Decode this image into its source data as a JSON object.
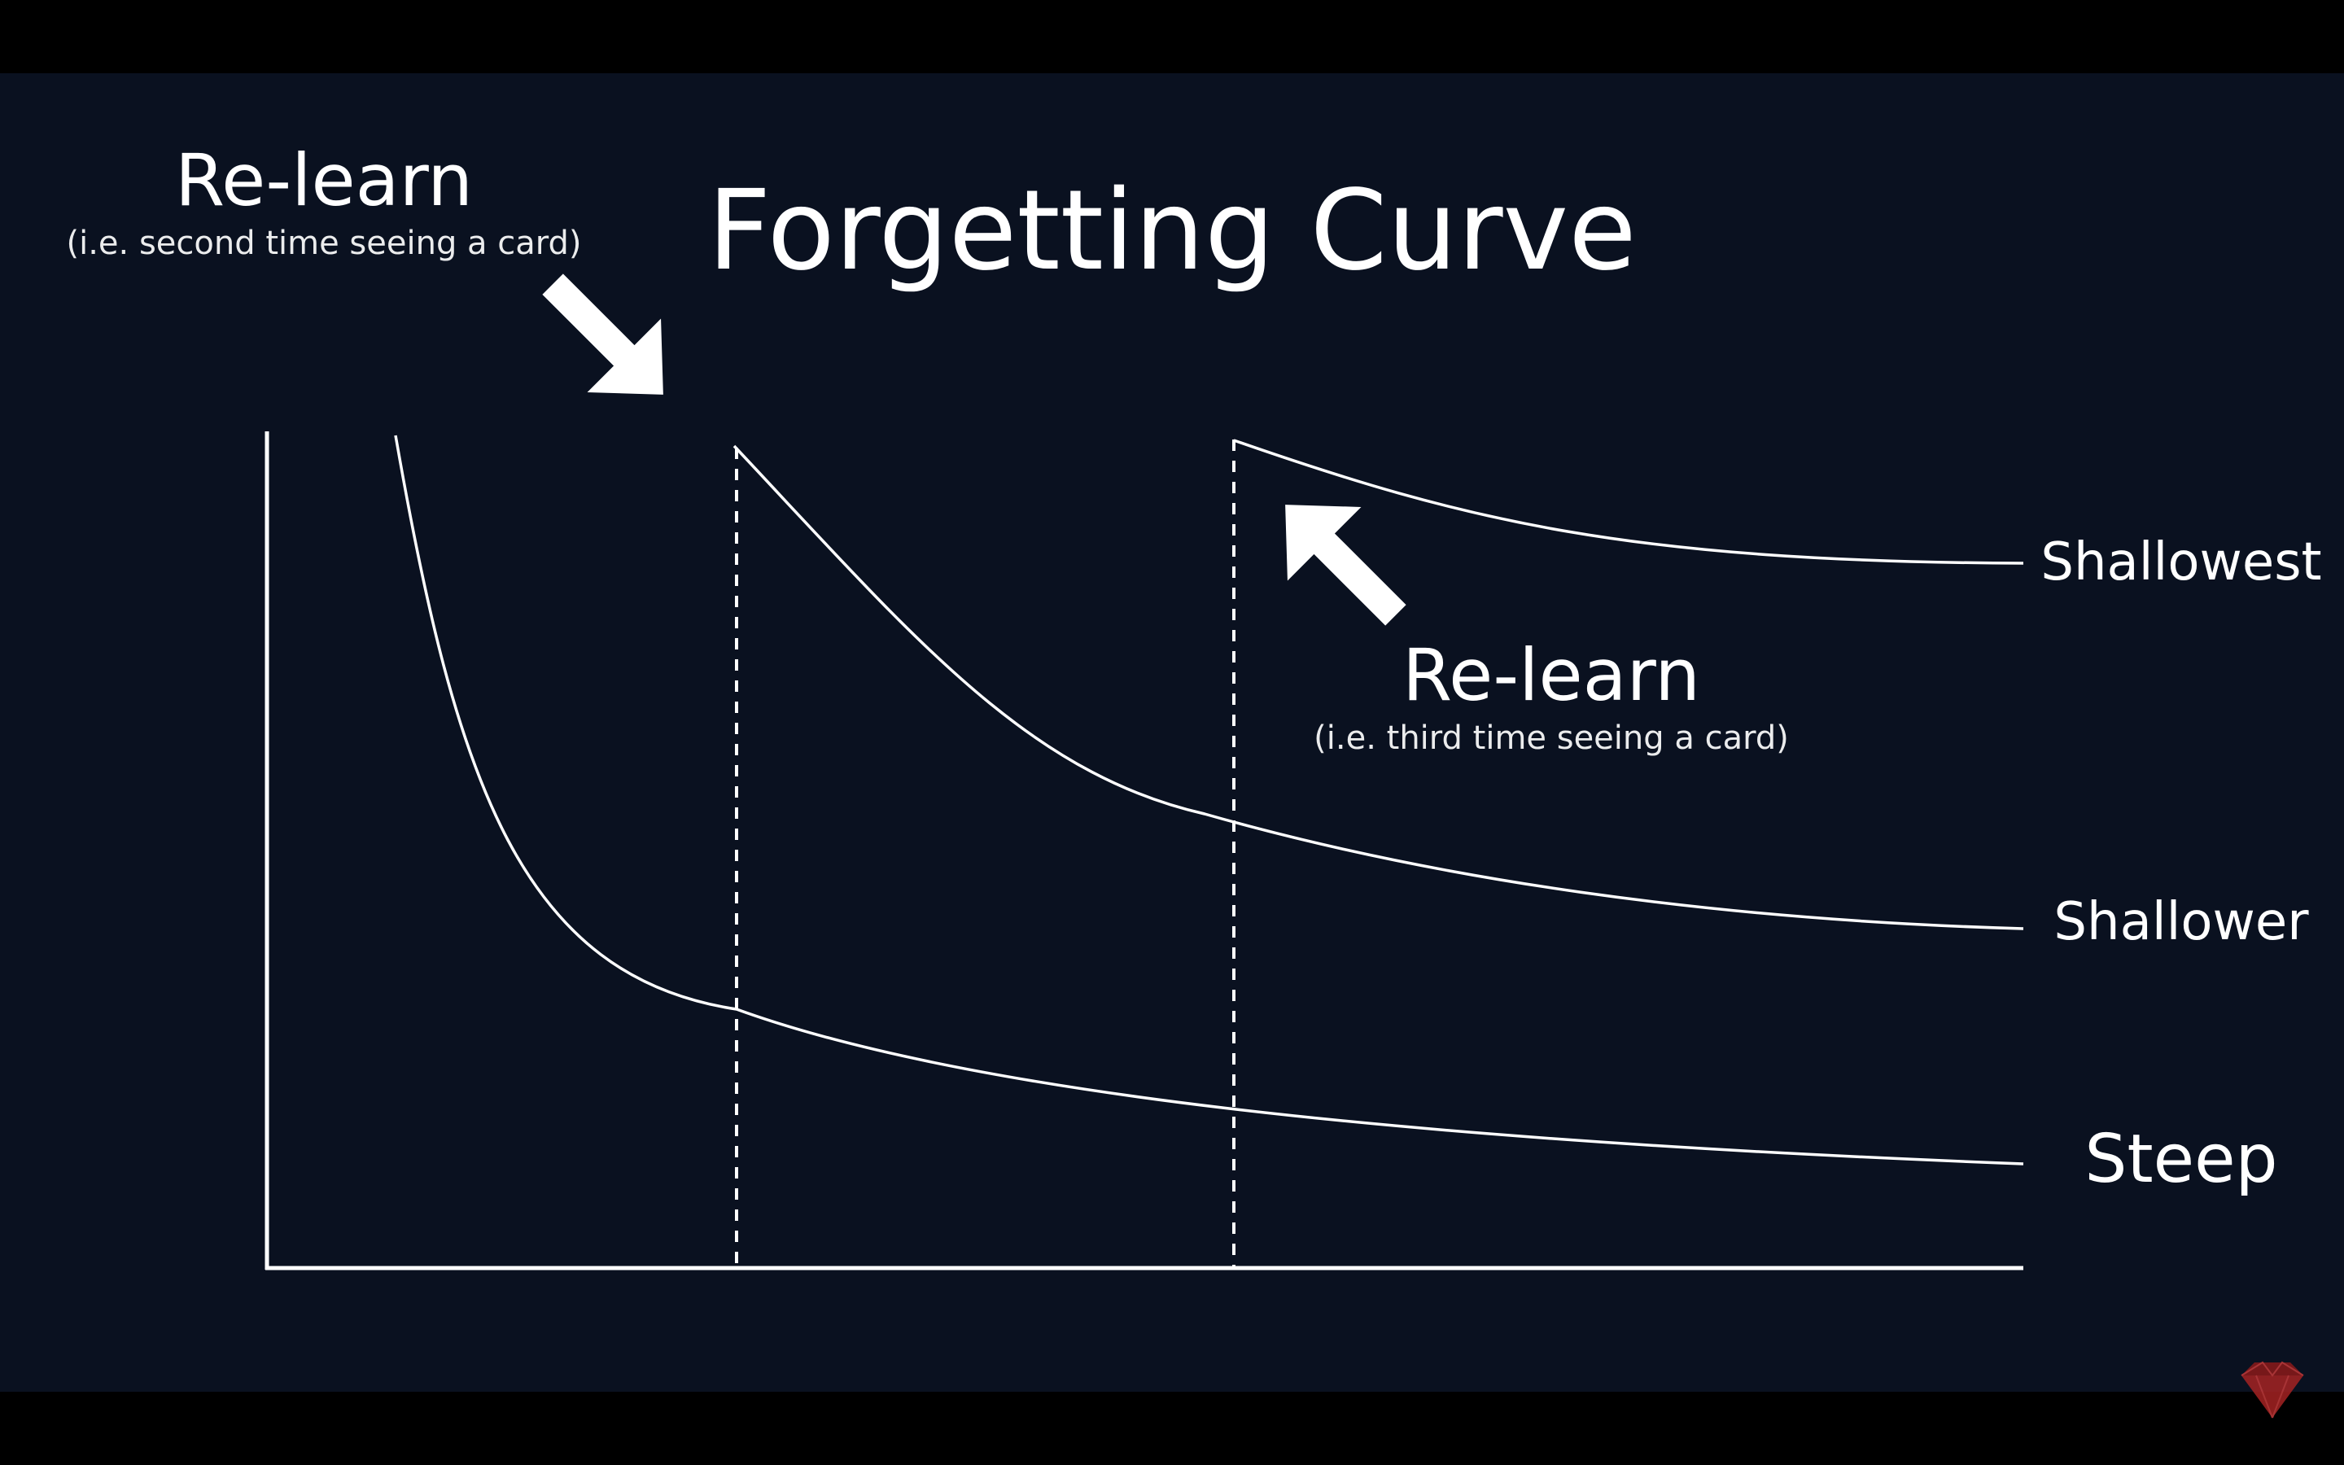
{
  "title": "Forgetting Curve",
  "annotations": {
    "first": {
      "heading": "Re-learn",
      "subtext": "(i.e. second time seeing a card)"
    },
    "second": {
      "heading": "Re-learn",
      "subtext": "(i.e. third time seeing a card)"
    }
  },
  "curve_labels": {
    "shallowest": "Shallowest",
    "shallower": "Shallower",
    "steep": "Steep"
  },
  "colors": {
    "background": "#0a1120",
    "letterbox": "#000000",
    "foreground": "#ffffff",
    "logo": "#8b1a1a"
  },
  "logo_icon": "ruby-gem-icon"
}
